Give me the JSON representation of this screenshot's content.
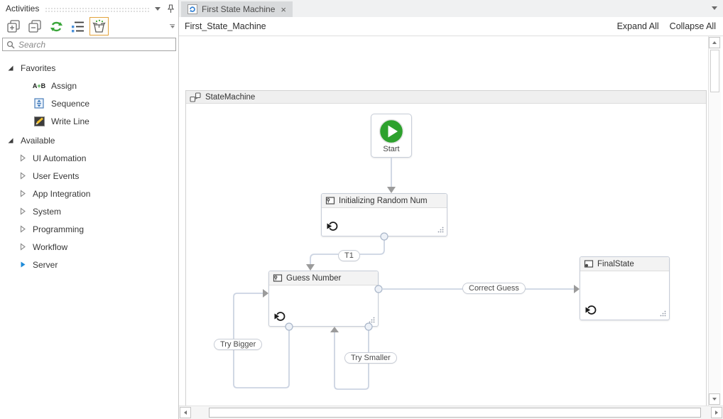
{
  "colors": {
    "accent_orange": "#e2a33d",
    "selection_blue": "#1e8bd8",
    "start_green": "#2da12d",
    "connector": "#ccd4e2",
    "arrowhead": "#9b9b9b"
  },
  "activities_panel": {
    "title": "Activities",
    "toolbar_icons": [
      "expand-all-icon",
      "collapse-all-icon",
      "refresh-icon",
      "show-categories-icon",
      "package-icon",
      "toolbar-overflow-icon"
    ],
    "search": {
      "placeholder": "Search"
    },
    "tree": {
      "sections": [
        {
          "label": "Favorites",
          "expanded": true,
          "items": [
            {
              "label": "Assign",
              "icon": "assign-icon",
              "icon_glyph": {
                "a": "A",
                "plus": "+",
                "b": "B"
              }
            },
            {
              "label": "Sequence",
              "icon": "sequence-icon"
            },
            {
              "label": "Write Line",
              "icon": "write-line-icon"
            }
          ]
        },
        {
          "label": "Available",
          "expanded": true,
          "items": [
            {
              "label": "UI Automation"
            },
            {
              "label": "User Events"
            },
            {
              "label": "App Integration"
            },
            {
              "label": "System"
            },
            {
              "label": "Programming"
            },
            {
              "label": "Workflow"
            },
            {
              "label": "Server",
              "selected": true
            }
          ]
        }
      ]
    }
  },
  "editor": {
    "tab": {
      "title": "First State Machine",
      "close_icon": "×",
      "icon": "workflow-file-icon"
    },
    "breadcrumb": "First_State_Machine",
    "expand_all": "Expand All",
    "collapse_all": "Collapse All"
  },
  "diagram": {
    "container": {
      "title": "StateMachine",
      "icon": "state-machine-icon"
    },
    "start_node": {
      "label": "Start"
    },
    "states": [
      {
        "title": "Initializing Random Num",
        "type": "state"
      },
      {
        "title": "Guess Number",
        "type": "state"
      },
      {
        "title": "FinalState",
        "type": "final-state"
      }
    ],
    "transitions": [
      {
        "label": "T1",
        "from": "Initializing Random Num",
        "to": "Guess Number"
      },
      {
        "label": "Correct Guess",
        "from": "Guess Number",
        "to": "FinalState"
      },
      {
        "label": "Try Bigger",
        "from": "Guess Number",
        "to": "Guess Number"
      },
      {
        "label": "Try Smaller",
        "from": "Guess Number",
        "to": "Guess Number"
      }
    ]
  }
}
